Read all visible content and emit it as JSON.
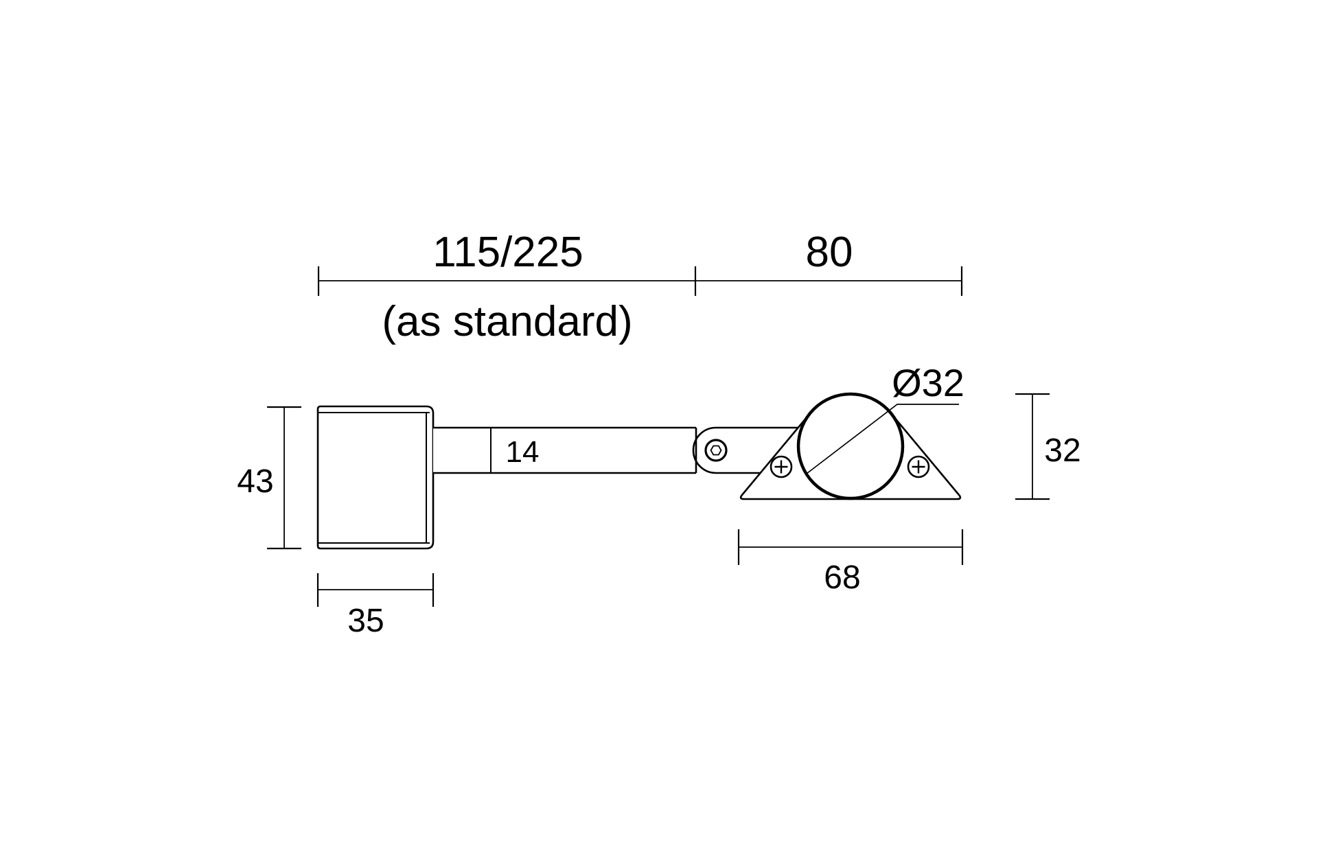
{
  "drawing": {
    "type": "technical-dimension-drawing",
    "colors": {
      "background": "#ffffff",
      "line": "#000000"
    },
    "dimensions": {
      "arm_length": {
        "label": "115/225",
        "note": "(as standard)"
      },
      "joint_to_plate": {
        "label": "80"
      },
      "head_height": {
        "label": "43"
      },
      "head_width": {
        "label": "35"
      },
      "arm_thickness": {
        "label": "14"
      },
      "tube_diameter": {
        "label": "Ø32"
      },
      "plate_height": {
        "label": "32"
      },
      "plate_width": {
        "label": "68"
      }
    }
  }
}
